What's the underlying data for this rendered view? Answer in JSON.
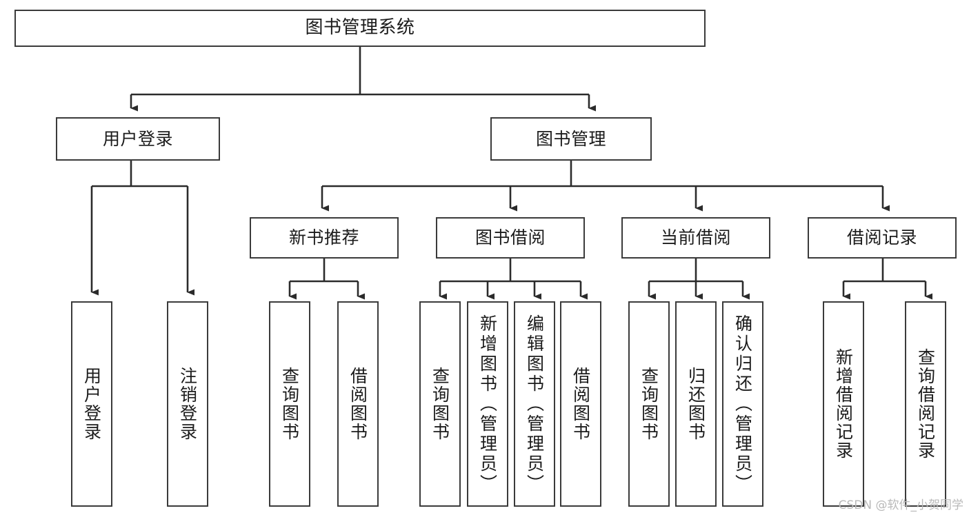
{
  "diagram": {
    "title": "图书管理系统",
    "type": "tree-hierarchy",
    "orientation": "top-down",
    "colors": {
      "box_border": "#3a3a3a",
      "box_fill": "#ffffff",
      "edge": "#2b2b2b",
      "text": "#1b1b1b",
      "watermark": "#b9b9b9",
      "background": "#ffffff"
    },
    "watermark": "CSDN @软件_小贺同学"
  },
  "nodes": {
    "root": {
      "label": "图书管理系统"
    },
    "level2": [
      {
        "id": "user-login",
        "label": "用户登录"
      },
      {
        "id": "book-management",
        "label": "图书管理"
      }
    ],
    "level3": [
      {
        "id": "new-book-recommend",
        "label": "新书推荐"
      },
      {
        "id": "book-borrow",
        "label": "图书借阅"
      },
      {
        "id": "current-borrow",
        "label": "当前借阅"
      },
      {
        "id": "borrow-record",
        "label": "借阅记录"
      }
    ],
    "leaves": {
      "user_login": [
        {
          "id": "leaf-user-login",
          "label": "用户登录"
        },
        {
          "id": "leaf-logout",
          "label": "注销登录"
        }
      ],
      "new_book_recommend": [
        {
          "id": "leaf-query-book-1",
          "label": "查询图书"
        },
        {
          "id": "leaf-borrow-book-1",
          "label": "借阅图书"
        }
      ],
      "book_borrow": [
        {
          "id": "leaf-query-book-2",
          "label": "查询图书"
        },
        {
          "id": "leaf-add-book",
          "label": "新增图书（管理员）"
        },
        {
          "id": "leaf-edit-book",
          "label": "编辑图书（管理员）"
        },
        {
          "id": "leaf-borrow-book-2",
          "label": "借阅图书"
        }
      ],
      "current_borrow": [
        {
          "id": "leaf-query-book-3",
          "label": "查询图书"
        },
        {
          "id": "leaf-return-book",
          "label": "归还图书"
        },
        {
          "id": "leaf-confirm-return",
          "label": "确认归还（管理员）"
        }
      ],
      "borrow_record": [
        {
          "id": "leaf-add-record",
          "label": "新增借阅记录"
        },
        {
          "id": "leaf-query-record",
          "label": "查询借阅记录"
        }
      ]
    }
  }
}
